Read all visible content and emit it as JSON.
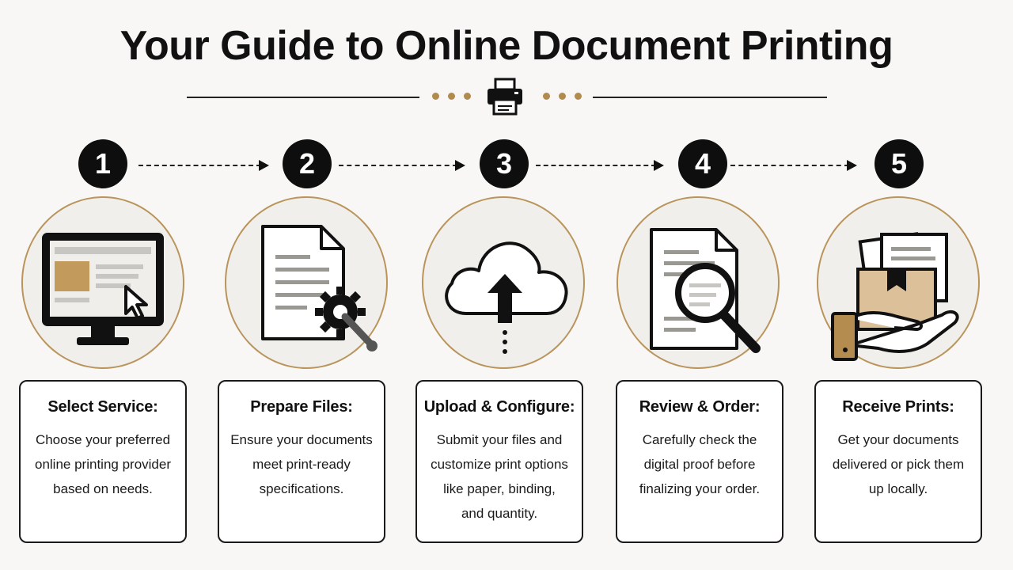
{
  "header": {
    "title": "Your Guide to Online Document Printing"
  },
  "colors": {
    "accent": "#b08a4f",
    "dark": "#0e0e0e",
    "background": "#f8f7f5"
  },
  "steps": [
    {
      "number": "1",
      "icon": "monitor-cursor-icon",
      "title": "Select Service:",
      "lines": [
        "Choose your preferred",
        "online printing provider",
        "based on needs."
      ]
    },
    {
      "number": "2",
      "icon": "document-gear-icon",
      "title": "Prepare Files:",
      "lines": [
        "Ensure your documents",
        "meet print-ready",
        "specifications."
      ]
    },
    {
      "number": "3",
      "icon": "cloud-upload-icon",
      "title": "Upload & Configure:",
      "lines": [
        "Submit your files and",
        "customize print options",
        "like paper, binding,",
        "and quantity."
      ]
    },
    {
      "number": "4",
      "icon": "document-magnifier-icon",
      "title": "Review & Order:",
      "lines": [
        "Carefully check the",
        "digital proof before",
        "finalizing your order."
      ]
    },
    {
      "number": "5",
      "icon": "package-hand-icon",
      "title": "Receive Prints:",
      "lines": [
        "Get your documents",
        "delivered or pick them",
        "up locally."
      ]
    }
  ]
}
